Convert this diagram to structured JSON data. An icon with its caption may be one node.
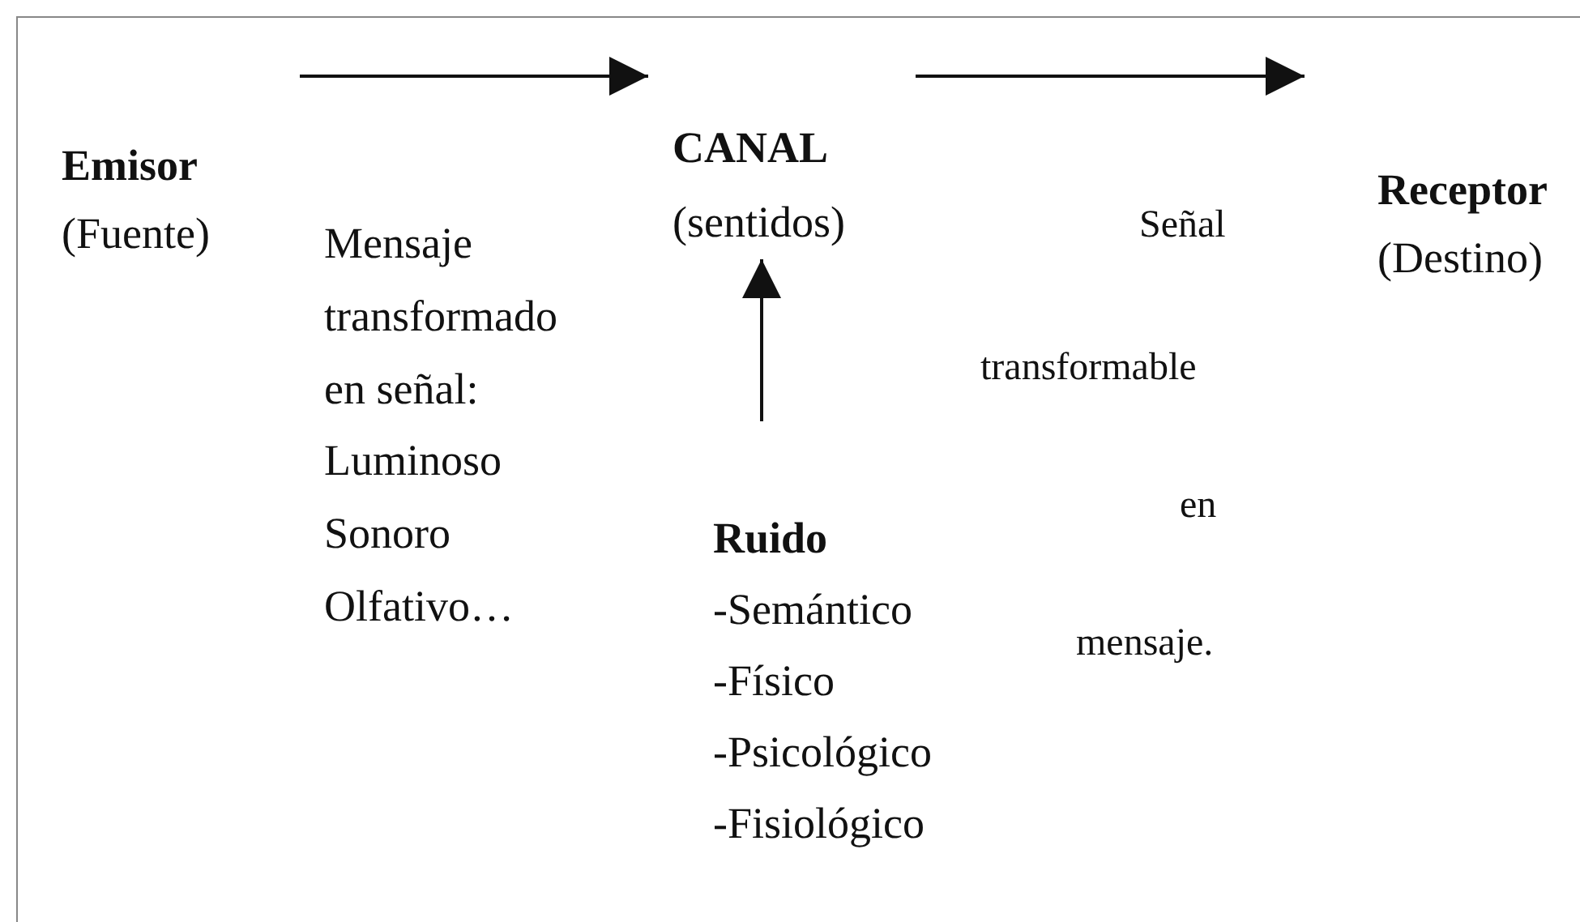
{
  "diagram": {
    "nodes": [
      {
        "text": [
          "Emisor",
          "(Fuente)"
        ]
      },
      {
        "text": [
          "CANAL",
          "(sentidos)"
        ]
      },
      {
        "text": [
          "Receptor",
          "(Destino)"
        ]
      },
      {
        "text": [
          "Ruido",
          "-Semántico",
          "-Físico",
          "-Psicológico",
          "-Fisiológico"
        ]
      }
    ],
    "edges": [
      {
        "from": 0,
        "to": 1,
        "arrow": "to"
      },
      {
        "from": 1,
        "to": 2,
        "arrow": "to"
      },
      {
        "from": 3,
        "to": 1,
        "arrow": "to"
      }
    ],
    "labels": [
      "Mensaje transformado en señal:",
      "Luminoso",
      "Sonoro",
      "Olfativo…",
      "Señal",
      "transformable",
      "en",
      "mensaje."
    ]
  }
}
